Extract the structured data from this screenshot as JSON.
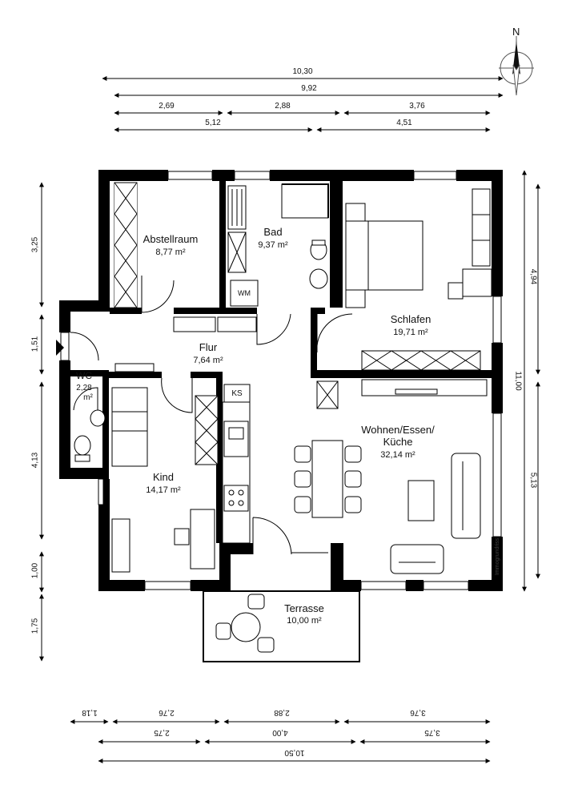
{
  "compass": {
    "label": "N"
  },
  "watermark": "Immogrundriss",
  "rooms": {
    "abstellraum": {
      "name": "Abstellraum",
      "area": "8,77 m²"
    },
    "bad": {
      "name": "Bad",
      "area": "9,37 m²"
    },
    "schlafen": {
      "name": "Schlafen",
      "area": "19,71 m²"
    },
    "flur": {
      "name": "Flur",
      "area": "7,64 m²"
    },
    "wc": {
      "name": "WC",
      "area_value": "2,28",
      "area_unit": "m²"
    },
    "kind": {
      "name": "Kind",
      "area": "14,17 m²"
    },
    "wohnen": {
      "name_line1": "Wohnen/Essen/",
      "name_line2": "Küche",
      "area": "32,14 m²"
    },
    "terrasse": {
      "name": "Terrasse",
      "area": "10,00 m²"
    }
  },
  "tags": {
    "wm": "WM",
    "ks": "KS"
  },
  "dimensions": {
    "top": {
      "total_outer": "10,30",
      "total_inner": "9,92",
      "row3": [
        "2,69",
        "2,88",
        "3,76"
      ],
      "row4": [
        "5,12",
        "4,51"
      ]
    },
    "left": [
      "3,25",
      "1,51",
      "4,13",
      "1,00",
      "1,75"
    ],
    "right": {
      "outer": "11,00",
      "segments": [
        "4,94",
        "5,13"
      ]
    },
    "bottom": {
      "row1": [
        "1,18",
        "2,76",
        "2,88",
        "3,76"
      ],
      "row2": [
        "2,75",
        "4,00",
        "3,75"
      ],
      "total": "10,50"
    }
  }
}
